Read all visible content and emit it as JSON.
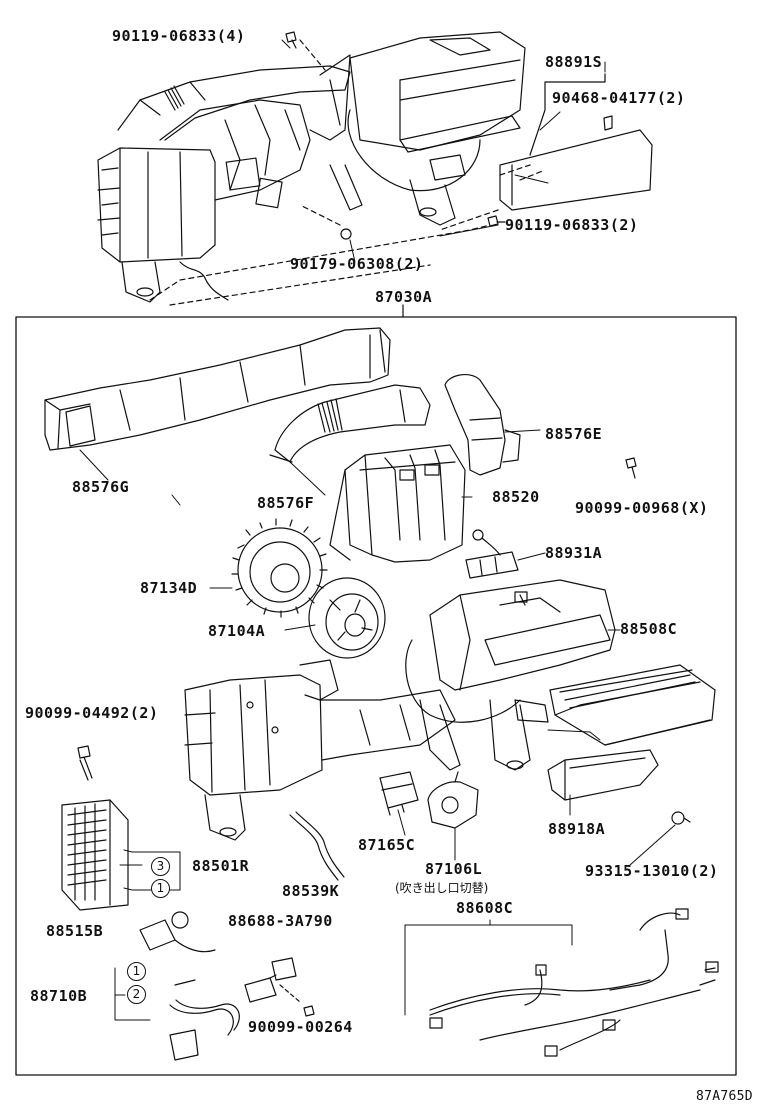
{
  "diagram": {
    "assembly_label": "87030A",
    "illustration_id": "87A765D",
    "callouts": {
      "p1": "90119-06833(4)",
      "p2": "88891S",
      "p3": "90468-04177(2)",
      "p4": "90119-06833(2)",
      "p5": "90179-06308(2)",
      "p6": "88576E",
      "p7": "88576G",
      "p8": "88576F",
      "p9": "88520",
      "p10": "90099-00968(X)",
      "p11": "88931A",
      "p12": "87134D",
      "p13": "87104A",
      "p14": "88508C",
      "p15": "90099-04492(2)",
      "p16": "88501R",
      "p17": "88539K",
      "p18": "87165C",
      "p19": "87106L",
      "p19_note": "(吹き出し口切替)",
      "p20": "88918A",
      "p21": "93315-13010(2)",
      "p22": "88515B",
      "p23": "88688-3A790",
      "p24": "88608C",
      "p25": "88710B",
      "p26": "90099-00264"
    },
    "circle_markers": {
      "c3": "3",
      "c1a": "1",
      "c1b": "1",
      "c2": "2"
    }
  }
}
